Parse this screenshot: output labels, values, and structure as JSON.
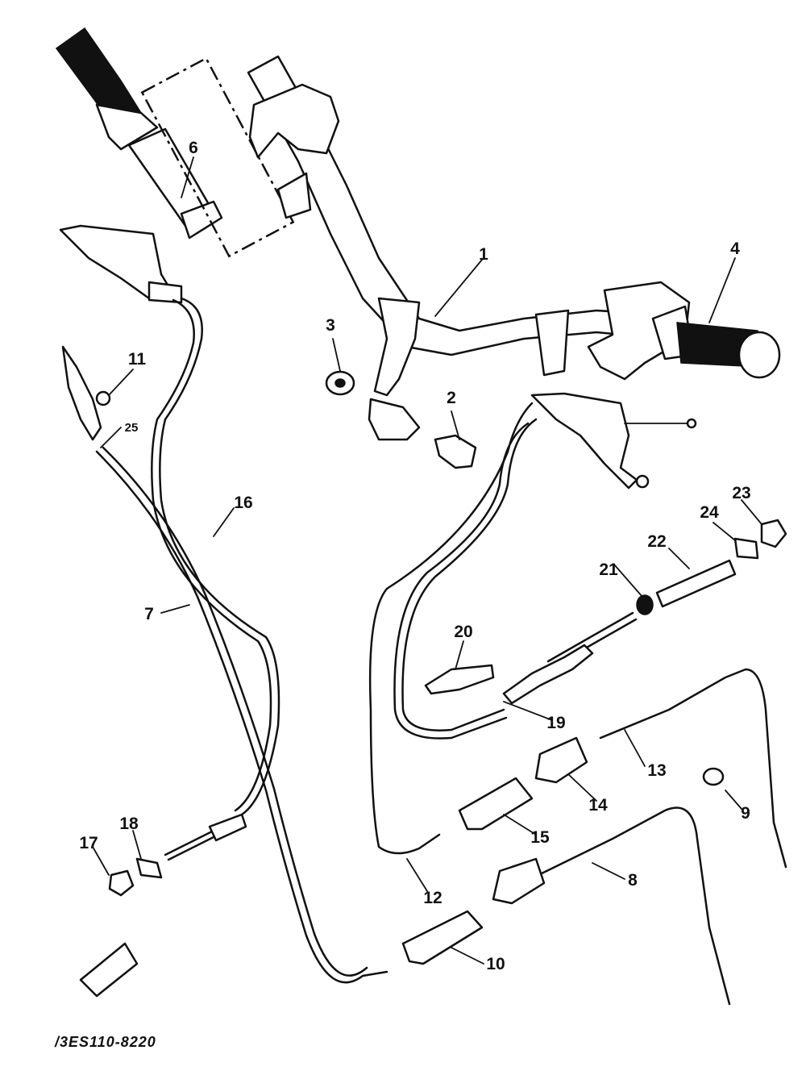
{
  "diagram": {
    "drawing_code": "/3ES110-8220",
    "part_labels": [
      {
        "id": "p1",
        "text": "1"
      },
      {
        "id": "p2",
        "text": "2"
      },
      {
        "id": "p3",
        "text": "3"
      },
      {
        "id": "p4",
        "text": "4"
      },
      {
        "id": "p6",
        "text": "6"
      },
      {
        "id": "p7",
        "text": "7"
      },
      {
        "id": "p8",
        "text": "8"
      },
      {
        "id": "p9",
        "text": "9"
      },
      {
        "id": "p10",
        "text": "10"
      },
      {
        "id": "p11",
        "text": "11"
      },
      {
        "id": "p12",
        "text": "12"
      },
      {
        "id": "p13",
        "text": "13"
      },
      {
        "id": "p14",
        "text": "14"
      },
      {
        "id": "p15",
        "text": "15"
      },
      {
        "id": "p16",
        "text": "16"
      },
      {
        "id": "p17",
        "text": "17"
      },
      {
        "id": "p18",
        "text": "18"
      },
      {
        "id": "p19",
        "text": "19"
      },
      {
        "id": "p20",
        "text": "20"
      },
      {
        "id": "p21",
        "text": "21"
      },
      {
        "id": "p22",
        "text": "22"
      },
      {
        "id": "p23",
        "text": "23"
      },
      {
        "id": "p24",
        "text": "24"
      },
      {
        "id": "p25",
        "text": "25"
      }
    ]
  }
}
